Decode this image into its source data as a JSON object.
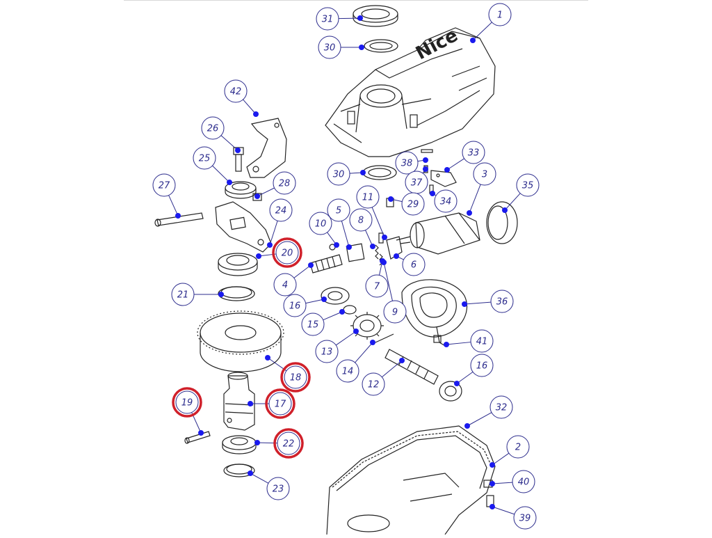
{
  "diagram": {
    "brand_logo": "Nice",
    "colors": {
      "callout_stroke": "#2b2b8c",
      "callout_text": "#2b2b8c",
      "dot": "#1a1aee",
      "highlight": "#d0202a",
      "part_line": "#222222"
    },
    "callouts": [
      {
        "id": "c31",
        "label": "31",
        "highlighted": false
      },
      {
        "id": "c30a",
        "label": "30",
        "highlighted": false
      },
      {
        "id": "c1",
        "label": "1",
        "highlighted": false
      },
      {
        "id": "c42",
        "label": "42",
        "highlighted": false
      },
      {
        "id": "c26",
        "label": "26",
        "highlighted": false
      },
      {
        "id": "c25",
        "label": "25",
        "highlighted": false
      },
      {
        "id": "c28",
        "label": "28",
        "highlighted": false
      },
      {
        "id": "c27",
        "label": "27",
        "highlighted": false
      },
      {
        "id": "c24",
        "label": "24",
        "highlighted": false
      },
      {
        "id": "c20",
        "label": "20",
        "highlighted": true
      },
      {
        "id": "c30b",
        "label": "30",
        "highlighted": false
      },
      {
        "id": "c38",
        "label": "38",
        "highlighted": false
      },
      {
        "id": "c33",
        "label": "33",
        "highlighted": false
      },
      {
        "id": "c37",
        "label": "37",
        "highlighted": false
      },
      {
        "id": "c3",
        "label": "3",
        "highlighted": false
      },
      {
        "id": "c35",
        "label": "35",
        "highlighted": false
      },
      {
        "id": "c29",
        "label": "29",
        "highlighted": false
      },
      {
        "id": "c34",
        "label": "34",
        "highlighted": false
      },
      {
        "id": "c11",
        "label": "11",
        "highlighted": false
      },
      {
        "id": "c10",
        "label": "10",
        "highlighted": false
      },
      {
        "id": "c5",
        "label": "5",
        "highlighted": false
      },
      {
        "id": "c8",
        "label": "8",
        "highlighted": false
      },
      {
        "id": "c6",
        "label": "6",
        "highlighted": false
      },
      {
        "id": "c4",
        "label": "4",
        "highlighted": false
      },
      {
        "id": "c7",
        "label": "7",
        "highlighted": false
      },
      {
        "id": "c21",
        "label": "21",
        "highlighted": false
      },
      {
        "id": "c16a",
        "label": "16",
        "highlighted": false
      },
      {
        "id": "c9",
        "label": "9",
        "highlighted": false
      },
      {
        "id": "c36",
        "label": "36",
        "highlighted": false
      },
      {
        "id": "c15",
        "label": "15",
        "highlighted": false
      },
      {
        "id": "c13",
        "label": "13",
        "highlighted": false
      },
      {
        "id": "c41",
        "label": "41",
        "highlighted": false
      },
      {
        "id": "c14",
        "label": "14",
        "highlighted": false
      },
      {
        "id": "c18",
        "label": "18",
        "highlighted": true
      },
      {
        "id": "c16b",
        "label": "16",
        "highlighted": false
      },
      {
        "id": "c12",
        "label": "12",
        "highlighted": false
      },
      {
        "id": "c19",
        "label": "19",
        "highlighted": true
      },
      {
        "id": "c17",
        "label": "17",
        "highlighted": true
      },
      {
        "id": "c32",
        "label": "32",
        "highlighted": false
      },
      {
        "id": "c22",
        "label": "22",
        "highlighted": true
      },
      {
        "id": "c2",
        "label": "2",
        "highlighted": false
      },
      {
        "id": "c40",
        "label": "40",
        "highlighted": false
      },
      {
        "id": "c23",
        "label": "23",
        "highlighted": false
      },
      {
        "id": "c39",
        "label": "39",
        "highlighted": false
      }
    ]
  }
}
